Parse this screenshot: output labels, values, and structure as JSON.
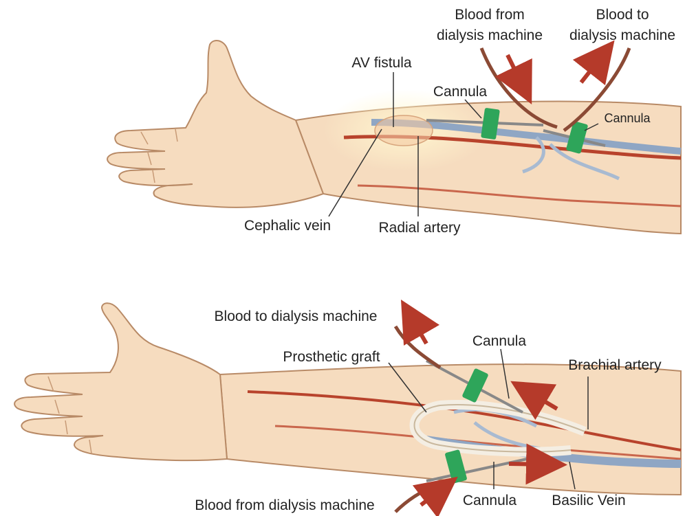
{
  "colors": {
    "skin": "#f6dcbf",
    "skin_shadow": "#e8bf98",
    "outline": "#b88a66",
    "artery": "#b8432c",
    "vein": "#8fa6c4",
    "tube": "#8b4a35",
    "clamp": "#2ea55a",
    "arrow": "#b53a2a",
    "label_text": "#222222"
  },
  "top_panel": {
    "labels": {
      "blood_from_machine_1": "Blood from",
      "blood_from_machine_2": "dialysis machine",
      "blood_to_machine_1": "Blood to",
      "blood_to_machine_2": "dialysis machine",
      "av_fistula": "AV fistula",
      "cannula_left": "Cannula",
      "cannula_right": "Cannula",
      "cephalic_vein": "Cephalic vein",
      "radial_artery": "Radial artery"
    }
  },
  "bottom_panel": {
    "labels": {
      "blood_to_machine": "Blood to dialysis machine",
      "cannula_top": "Cannula",
      "prosthetic_graft": "Prosthetic graft",
      "brachial_artery": "Brachial artery",
      "blood_from_machine": "Blood from dialysis machine",
      "cannula_bottom": "Cannula",
      "basilic_vein": "Basilic Vein"
    }
  }
}
